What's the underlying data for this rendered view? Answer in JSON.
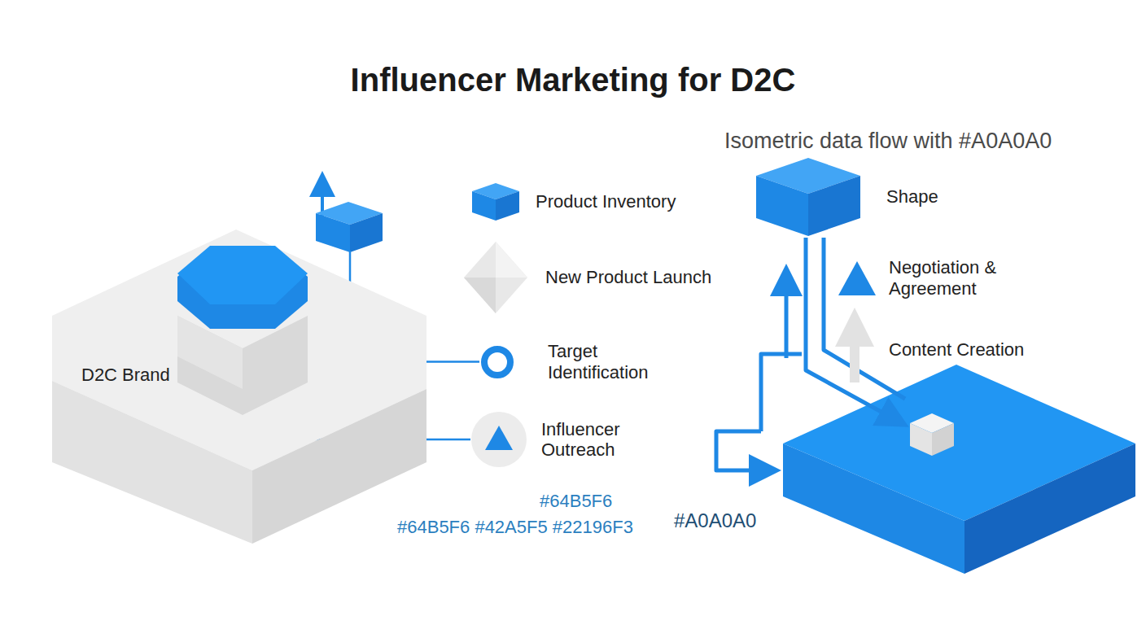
{
  "diagram": {
    "title": "Influencer Marketing for D2C",
    "nodes": [
      {
        "text": [
          "D2C Brand"
        ]
      },
      {
        "text": [
          "Product Inventory"
        ]
      },
      {
        "text": [
          "New Product Launch"
        ]
      },
      {
        "text": [
          "Target Identification"
        ]
      },
      {
        "text": [
          "Influencer Outreach"
        ]
      },
      {
        "text": [
          "Shape"
        ]
      },
      {
        "text": [
          "Negotiation & Agreement"
        ]
      }
    ],
    "edges": [
      {
        "from": 0,
        "to": 3,
        "arrow": "none"
      },
      {
        "from": 0,
        "to": 4,
        "arrow": "none"
      }
    ],
    "labels": [
      "Isometric data flow with #A0A0A0",
      "Content Creation",
      "#64B5F6",
      "#64B5F6 #42A5F5 #22196F3",
      "#A0A0A0"
    ]
  }
}
